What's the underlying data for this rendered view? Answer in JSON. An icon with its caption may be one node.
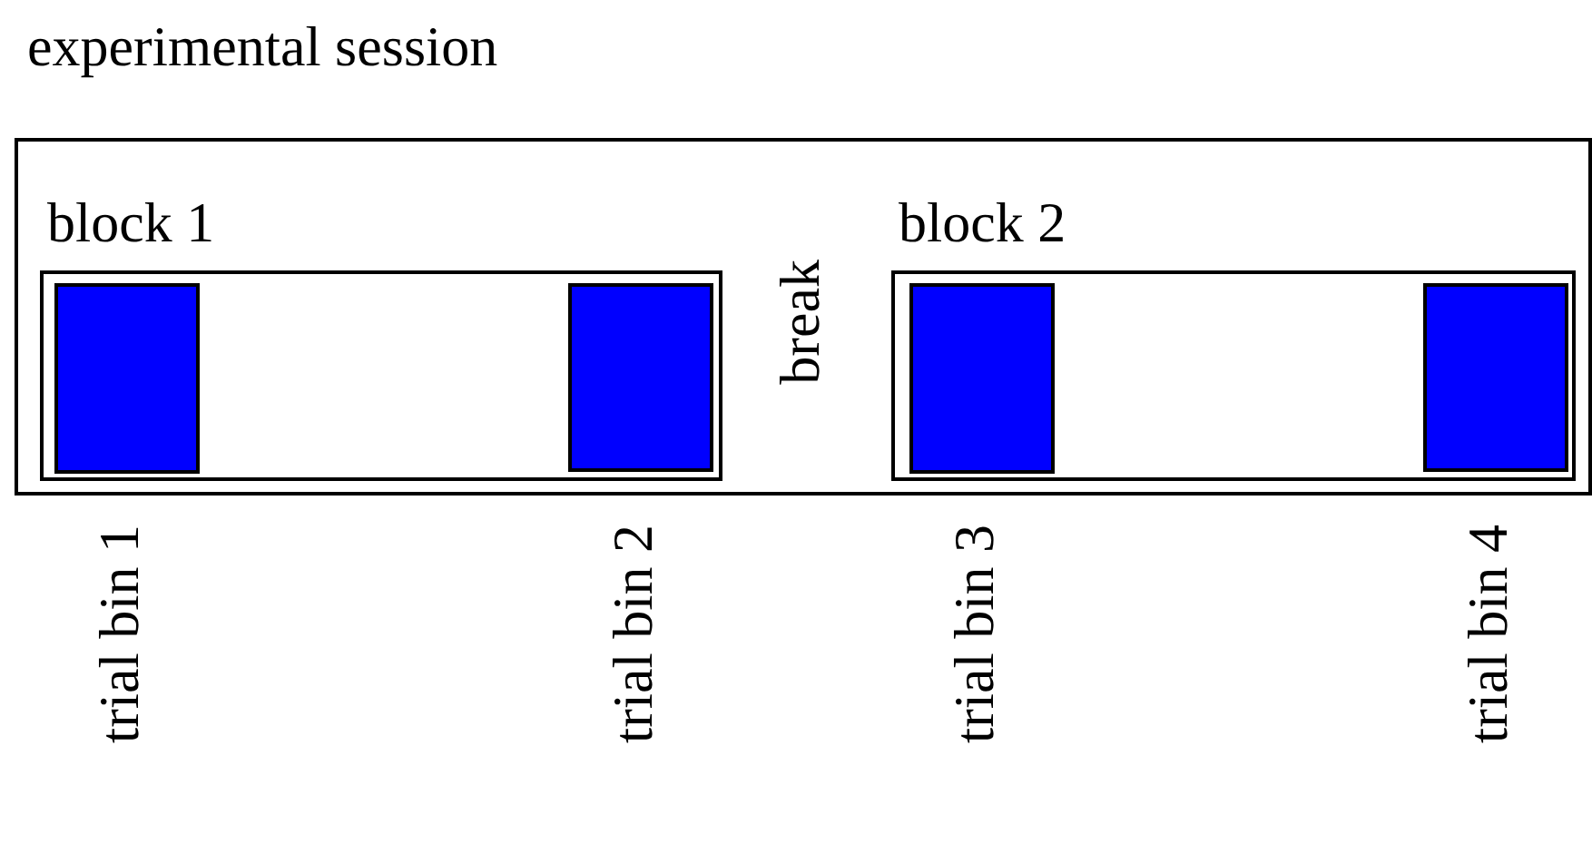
{
  "diagram": {
    "title": "experimental session",
    "nodes": [
      {
        "text": [],
        "shape": "box"
      },
      {
        "text": [
          "block 1"
        ],
        "in": 0
      },
      {
        "text": [],
        "shape": "box",
        "in": 1,
        "beside": [
          "trial bin 1"
        ]
      },
      {
        "text": [],
        "shape": "box",
        "in": 1,
        "beside": [
          "trial bin 2"
        ]
      },
      {
        "text": [
          "block 2"
        ],
        "in": 0
      },
      {
        "text": [],
        "shape": "box",
        "in": 4,
        "beside": [
          "trial bin 3"
        ]
      },
      {
        "text": [],
        "shape": "box",
        "in": 4,
        "beside": [
          "trial bin 4"
        ]
      }
    ],
    "labels": [
      "break"
    ]
  }
}
